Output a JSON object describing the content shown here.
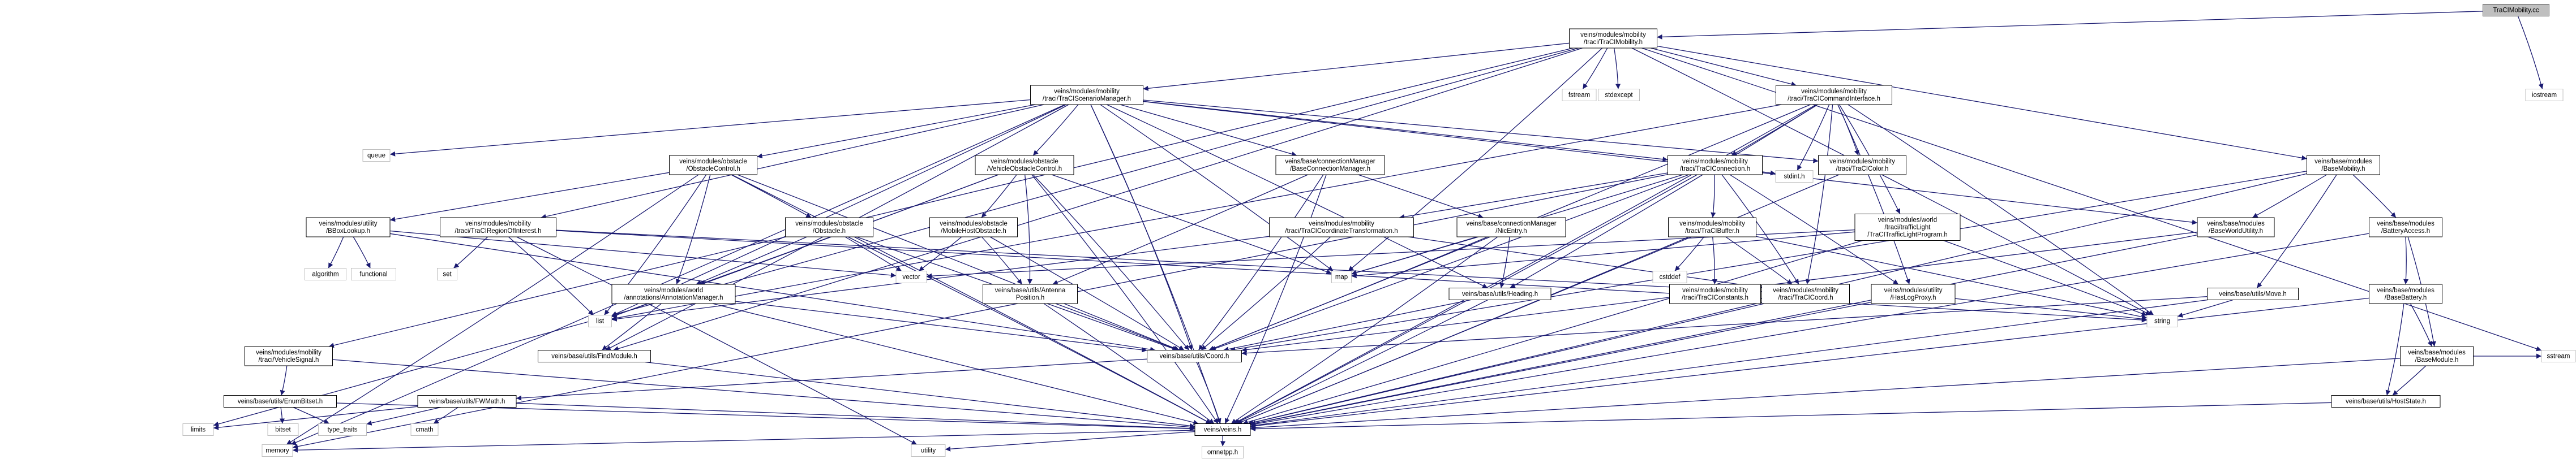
{
  "colors": {
    "edge": "#191970",
    "root_fill": "#bfbfbf",
    "node_fill": "#ffffff",
    "node_border": "#000000",
    "external_border": "#bfbfbf",
    "text": "#000000"
  },
  "root": "TraCIMobility.cc",
  "nodes": [
    {
      "id": "root",
      "lines": [
        "TraCIMobility.cc"
      ],
      "kind": "root"
    },
    {
      "id": "tracimob_h",
      "lines": [
        "veins/modules/mobility",
        "/traci/TraCIMobility.h"
      ]
    },
    {
      "id": "iostream",
      "lines": [
        "iostream"
      ],
      "kind": "ext"
    },
    {
      "id": "fstream",
      "lines": [
        "fstream"
      ],
      "kind": "ext"
    },
    {
      "id": "stdexcept",
      "lines": [
        "stdexcept"
      ],
      "kind": "ext"
    },
    {
      "id": "scenmgr_h",
      "lines": [
        "veins/modules/mobility",
        "/traci/TraCIScenarioManager.h"
      ]
    },
    {
      "id": "cmdiface_h",
      "lines": [
        "veins/modules/mobility",
        "/traci/TraCICommandInterface.h"
      ]
    },
    {
      "id": "queue",
      "lines": [
        "queue"
      ],
      "kind": "ext"
    },
    {
      "id": "obstaclectl_h",
      "lines": [
        "veins/modules/obstacle",
        "/ObstacleControl.h"
      ]
    },
    {
      "id": "vehobsctl_h",
      "lines": [
        "veins/modules/obstacle",
        "/VehicleObstacleControl.h"
      ]
    },
    {
      "id": "baseconnmgr_h",
      "lines": [
        "veins/base/connectionManager",
        "/BaseConnectionManager.h"
      ]
    },
    {
      "id": "connection_h",
      "lines": [
        "veins/modules/mobility",
        "/traci/TraCIConnection.h"
      ]
    },
    {
      "id": "tracicolor_h",
      "lines": [
        "veins/modules/mobility",
        "/traci/TraCIColor.h"
      ]
    },
    {
      "id": "basemobility_h",
      "lines": [
        "veins/base/modules",
        "/BaseMobility.h"
      ]
    },
    {
      "id": "bboxlookup_h",
      "lines": [
        "veins/modules/utility",
        "/BBoxLookup.h"
      ]
    },
    {
      "id": "regionofint_h",
      "lines": [
        "veins/modules/mobility",
        "/traci/TraCIRegionOfInterest.h"
      ]
    },
    {
      "id": "obstacle_h",
      "lines": [
        "veins/modules/obstacle",
        "/Obstacle.h"
      ]
    },
    {
      "id": "mobilehostobs_h",
      "lines": [
        "veins/modules/obstacle",
        "/MobileHostObstacle.h"
      ]
    },
    {
      "id": "coordtrans_h",
      "lines": [
        "veins/modules/mobility",
        "/traci/TraCICoordinateTransformation.h"
      ]
    },
    {
      "id": "nicentry_h",
      "lines": [
        "veins/base/connectionManager",
        "/NicEntry.h"
      ]
    },
    {
      "id": "tracibuffer_h",
      "lines": [
        "veins/modules/mobility",
        "/traci/TraCIBuffer.h"
      ]
    },
    {
      "id": "trafficlight_h",
      "lines": [
        "veins/modules/world",
        "/traci/trafficLight",
        "/TraCITrafficLightProgram.h"
      ]
    },
    {
      "id": "stdint_h",
      "lines": [
        "stdint.h"
      ],
      "kind": "ext"
    },
    {
      "id": "basewmob_h",
      "lines": [
        "veins/base/modules",
        "/BaseWorldUtility.h"
      ]
    },
    {
      "id": "batteryaccess_h",
      "lines": [
        "veins/base/modules",
        "/BatteryAccess.h"
      ]
    },
    {
      "id": "algorithm",
      "lines": [
        "algorithm"
      ],
      "kind": "ext"
    },
    {
      "id": "functional",
      "lines": [
        "functional"
      ],
      "kind": "ext"
    },
    {
      "id": "set",
      "lines": [
        "set"
      ],
      "kind": "ext"
    },
    {
      "id": "annotationmgr_h",
      "lines": [
        "veins/modules/world",
        "/annotations/AnnotationManager.h"
      ]
    },
    {
      "id": "vector",
      "lines": [
        "vector"
      ],
      "kind": "ext"
    },
    {
      "id": "antennapos_h",
      "lines": [
        "veins/base/utils/Antenna",
        "Position.h"
      ]
    },
    {
      "id": "map",
      "lines": [
        "map"
      ],
      "kind": "ext"
    },
    {
      "id": "heading_h",
      "lines": [
        "veins/base/utils/Heading.h"
      ]
    },
    {
      "id": "cstddef",
      "lines": [
        "cstddef"
      ],
      "kind": "ext"
    },
    {
      "id": "traciconst_h",
      "lines": [
        "veins/modules/mobility",
        "/traci/TraCIConstants.h"
      ]
    },
    {
      "id": "tracicoord_h",
      "lines": [
        "veins/modules/mobility",
        "/traci/TraCICoord.h"
      ]
    },
    {
      "id": "haslogproxy_h",
      "lines": [
        "veins/modules/utility",
        "/HasLogProxy.h"
      ]
    },
    {
      "id": "move_h",
      "lines": [
        "veins/base/utils/Move.h"
      ]
    },
    {
      "id": "basebattery_h",
      "lines": [
        "veins/base/modules",
        "/BaseBattery.h"
      ]
    },
    {
      "id": "vehiclesignal_h",
      "lines": [
        "veins/modules/mobility",
        "/traci/VehicleSignal.h"
      ]
    },
    {
      "id": "findmodule_h",
      "lines": [
        "veins/base/utils/FindModule.h"
      ]
    },
    {
      "id": "list",
      "lines": [
        "list"
      ],
      "kind": "ext"
    },
    {
      "id": "coord_h",
      "lines": [
        "veins/base/utils/Coord.h"
      ]
    },
    {
      "id": "string",
      "lines": [
        "string"
      ],
      "kind": "ext"
    },
    {
      "id": "basemodule_h",
      "lines": [
        "veins/base/modules",
        "/BaseModule.h"
      ]
    },
    {
      "id": "cstream",
      "lines": [
        "sstream"
      ],
      "kind": "ext"
    },
    {
      "id": "enumbitset_h",
      "lines": [
        "veins/base/utils/EnumBitset.h"
      ]
    },
    {
      "id": "fwmath_h",
      "lines": [
        "veins/base/utils/FWMath.h"
      ]
    },
    {
      "id": "hoststate_h",
      "lines": [
        "veins/base/utils/HostState.h"
      ]
    },
    {
      "id": "limits",
      "lines": [
        "limits"
      ],
      "kind": "ext"
    },
    {
      "id": "bitset",
      "lines": [
        "bitset"
      ],
      "kind": "ext"
    },
    {
      "id": "type_traits",
      "lines": [
        "type_traits"
      ],
      "kind": "ext"
    },
    {
      "id": "cmath",
      "lines": [
        "cmath"
      ],
      "kind": "ext"
    },
    {
      "id": "veins_h",
      "lines": [
        "veins/veins.h"
      ]
    },
    {
      "id": "memory",
      "lines": [
        "memory"
      ],
      "kind": "ext"
    },
    {
      "id": "utility",
      "lines": [
        "utility"
      ],
      "kind": "ext"
    },
    {
      "id": "omnetpp_h",
      "lines": [
        "omnetpp.h"
      ],
      "kind": "ext"
    }
  ],
  "edges": [
    [
      "root",
      "tracimob_h"
    ],
    [
      "root",
      "iostream"
    ],
    [
      "tracimob_h",
      "fstream"
    ],
    [
      "tracimob_h",
      "stdexcept"
    ],
    [
      "tracimob_h",
      "scenmgr_h"
    ],
    [
      "tracimob_h",
      "cmdiface_h"
    ],
    [
      "tracimob_h",
      "basemobility_h"
    ],
    [
      "tracimob_h",
      "vehiclesignal_h"
    ],
    [
      "tracimob_h",
      "findmodule_h"
    ],
    [
      "tracimob_h",
      "map"
    ],
    [
      "tracimob_h",
      "cstream"
    ],
    [
      "tracimob_h",
      "limits"
    ],
    [
      "tracimob_h",
      "string"
    ],
    [
      "scenmgr_h",
      "queue"
    ],
    [
      "scenmgr_h",
      "obstaclectl_h"
    ],
    [
      "scenmgr_h",
      "vehobsctl_h"
    ],
    [
      "scenmgr_h",
      "baseconnmgr_h"
    ],
    [
      "scenmgr_h",
      "connection_h"
    ],
    [
      "scenmgr_h",
      "tracicolor_h"
    ],
    [
      "scenmgr_h",
      "regionofint_h"
    ],
    [
      "scenmgr_h",
      "coord_h"
    ],
    [
      "scenmgr_h",
      "list"
    ],
    [
      "scenmgr_h",
      "map"
    ],
    [
      "scenmgr_h",
      "memory"
    ],
    [
      "scenmgr_h",
      "findmodule_h"
    ],
    [
      "scenmgr_h",
      "basewmob_h"
    ],
    [
      "scenmgr_h",
      "veins_h"
    ],
    [
      "scenmgr_h",
      "heading_h"
    ],
    [
      "cmdiface_h",
      "connection_h"
    ],
    [
      "cmdiface_h",
      "tracicolor_h"
    ],
    [
      "cmdiface_h",
      "trafficlight_h"
    ],
    [
      "cmdiface_h",
      "stdint_h"
    ],
    [
      "cmdiface_h",
      "coord_h"
    ],
    [
      "cmdiface_h",
      "list"
    ],
    [
      "cmdiface_h",
      "string"
    ],
    [
      "cmdiface_h",
      "veins_h"
    ],
    [
      "cmdiface_h",
      "tracicoord_h"
    ],
    [
      "cmdiface_h",
      "heading_h"
    ],
    [
      "cmdiface_h",
      "haslogproxy_h"
    ],
    [
      "obstaclectl_h",
      "bboxlookup_h"
    ],
    [
      "obstaclectl_h",
      "obstacle_h"
    ],
    [
      "obstaclectl_h",
      "annotationmgr_h"
    ],
    [
      "obstaclectl_h",
      "list"
    ],
    [
      "obstaclectl_h",
      "coord_h"
    ],
    [
      "obstaclectl_h",
      "veins_h"
    ],
    [
      "obstaclectl_h",
      "memory"
    ],
    [
      "vehobsctl_h",
      "mobilehostobs_h"
    ],
    [
      "vehobsctl_h",
      "annotationmgr_h"
    ],
    [
      "vehobsctl_h",
      "coord_h"
    ],
    [
      "vehobsctl_h",
      "veins_h"
    ],
    [
      "vehobsctl_h",
      "list"
    ],
    [
      "vehobsctl_h",
      "antennapos_h"
    ],
    [
      "vehobsctl_h",
      "map"
    ],
    [
      "baseconnmgr_h",
      "nicentry_h"
    ],
    [
      "baseconnmgr_h",
      "antennapos_h"
    ],
    [
      "baseconnmgr_h",
      "coord_h"
    ],
    [
      "baseconnmgr_h",
      "veins_h"
    ],
    [
      "connection_h",
      "tracibuffer_h"
    ],
    [
      "connection_h",
      "coordtrans_h"
    ],
    [
      "connection_h",
      "tracicoord_h"
    ],
    [
      "connection_h",
      "stdint_h"
    ],
    [
      "connection_h",
      "coord_h"
    ],
    [
      "connection_h",
      "veins_h"
    ],
    [
      "connection_h",
      "map"
    ],
    [
      "connection_h",
      "memory"
    ],
    [
      "connection_h",
      "haslogproxy_h"
    ],
    [
      "tracicolor_h",
      "veins_h"
    ],
    [
      "basemobility_h",
      "basewmob_h"
    ],
    [
      "basemobility_h",
      "batteryaccess_h"
    ],
    [
      "basemobility_h",
      "move_h"
    ],
    [
      "basemobility_h",
      "coord_h"
    ],
    [
      "basemobility_h",
      "veins_h"
    ],
    [
      "bboxlookup_h",
      "algorithm"
    ],
    [
      "bboxlookup_h",
      "functional"
    ],
    [
      "bboxlookup_h",
      "vector"
    ],
    [
      "bboxlookup_h",
      "coord_h"
    ],
    [
      "regionofint_h",
      "set"
    ],
    [
      "regionofint_h",
      "list"
    ],
    [
      "regionofint_h",
      "tracicoord_h"
    ],
    [
      "regionofint_h",
      "string"
    ],
    [
      "regionofint_h",
      "utility"
    ],
    [
      "obstacle_h",
      "vector"
    ],
    [
      "obstacle_h",
      "annotationmgr_h"
    ],
    [
      "obstacle_h",
      "coord_h"
    ],
    [
      "obstacle_h",
      "veins_h"
    ],
    [
      "mobilehostobs_h",
      "vector"
    ],
    [
      "mobilehostobs_h",
      "antennapos_h"
    ],
    [
      "mobilehostobs_h",
      "coord_h"
    ],
    [
      "coordtrans_h",
      "coord_h"
    ],
    [
      "coordtrans_h",
      "tracicoord_h"
    ],
    [
      "coordtrans_h",
      "list"
    ],
    [
      "nicentry_h",
      "heading_h"
    ],
    [
      "nicentry_h",
      "coord_h"
    ],
    [
      "nicentry_h",
      "veins_h"
    ],
    [
      "nicentry_h",
      "map"
    ],
    [
      "tracibuffer_h",
      "cstddef"
    ],
    [
      "tracibuffer_h",
      "traciconst_h"
    ],
    [
      "tracibuffer_h",
      "tracicoord_h"
    ],
    [
      "tracibuffer_h",
      "string"
    ],
    [
      "tracibuffer_h",
      "veins_h"
    ],
    [
      "trafficlight_h",
      "string"
    ],
    [
      "trafficlight_h",
      "map"
    ],
    [
      "trafficlight_h",
      "vector"
    ],
    [
      "trafficlight_h",
      "veins_h"
    ],
    [
      "basewmob_h",
      "coord_h"
    ],
    [
      "basewmob_h",
      "veins_h"
    ],
    [
      "batteryaccess_h",
      "basebattery_h"
    ],
    [
      "batteryaccess_h",
      "basemodule_h"
    ],
    [
      "batteryaccess_h",
      "veins_h"
    ],
    [
      "annotationmgr_h",
      "list"
    ],
    [
      "annotationmgr_h",
      "coord_h"
    ],
    [
      "annotationmgr_h",
      "findmodule_h"
    ],
    [
      "annotationmgr_h",
      "veins_h"
    ],
    [
      "antennapos_h",
      "coord_h"
    ],
    [
      "antennapos_h",
      "veins_h"
    ],
    [
      "heading_h",
      "coord_h"
    ],
    [
      "heading_h",
      "veins_h"
    ],
    [
      "tracicoord_h",
      "veins_h"
    ],
    [
      "haslogproxy_h",
      "string"
    ],
    [
      "haslogproxy_h",
      "veins_h"
    ],
    [
      "move_h",
      "coord_h"
    ],
    [
      "move_h",
      "string"
    ],
    [
      "move_h",
      "veins_h"
    ],
    [
      "basebattery_h",
      "basemodule_h"
    ],
    [
      "basebattery_h",
      "hoststate_h"
    ],
    [
      "basebattery_h",
      "veins_h"
    ],
    [
      "vehiclesignal_h",
      "enumbitset_h"
    ],
    [
      "vehiclesignal_h",
      "veins_h"
    ],
    [
      "findmodule_h",
      "veins_h"
    ],
    [
      "coord_h",
      "fwmath_h"
    ],
    [
      "coord_h",
      "veins_h"
    ],
    [
      "basemodule_h",
      "hoststate_h"
    ],
    [
      "basemodule_h",
      "cstream"
    ],
    [
      "basemodule_h",
      "veins_h"
    ],
    [
      "enumbitset_h",
      "bitset"
    ],
    [
      "enumbitset_h",
      "type_traits"
    ],
    [
      "enumbitset_h",
      "veins_h"
    ],
    [
      "fwmath_h",
      "cmath"
    ],
    [
      "fwmath_h",
      "limits"
    ],
    [
      "fwmath_h",
      "veins_h"
    ],
    [
      "fwmath_h",
      "type_traits"
    ],
    [
      "hoststate_h",
      "veins_h"
    ],
    [
      "veins_h",
      "memory"
    ],
    [
      "veins_h",
      "utility"
    ],
    [
      "veins_h",
      "omnetpp_h"
    ]
  ]
}
